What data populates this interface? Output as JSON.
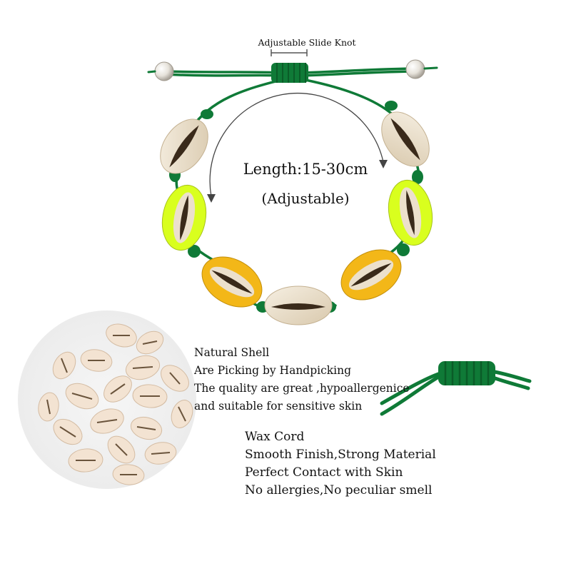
{
  "knot_label": "Adjustable Slide Knot",
  "length_text": "Length:15-30cm",
  "adjustable_text": "(Adjustable)",
  "shell_info": [
    "Natural Shell",
    "Are Picking by Handpicking",
    "The quality are great ,hypoallergenice",
    "and suitable for sensitive skin"
  ],
  "cord_info": [
    "Wax Cord",
    "Smooth Finish,Strong Material",
    "Perfect Contact with Skin",
    "No allergies,No peculiar smell"
  ],
  "colors": {
    "cord": "#0f7a37",
    "cord_dark": "#0a5c28",
    "shell_natural": "#ece0cc",
    "shell_neon": "#d9ff1e",
    "shell_yellow": "#f3b718",
    "pearl": "#e9e6e0"
  }
}
